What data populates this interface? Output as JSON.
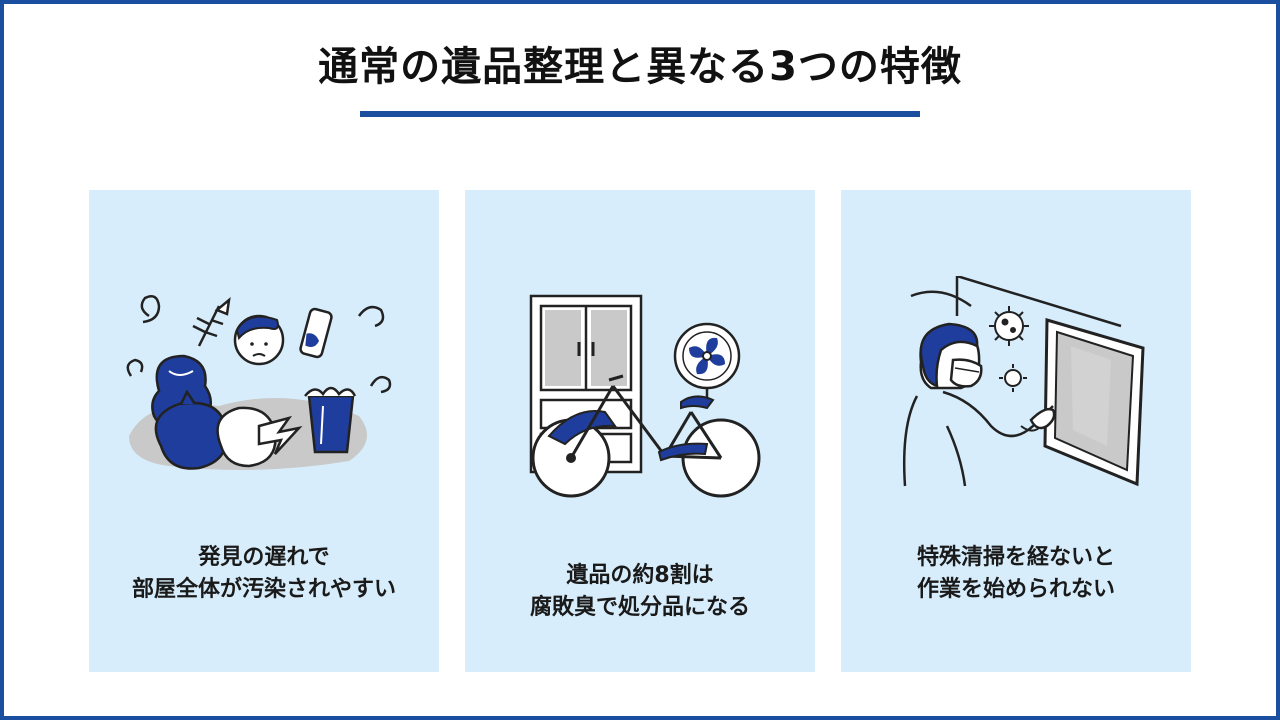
{
  "title": "通常の遺品整理と異なる3つの特徴",
  "colors": {
    "accent": "#1a4fa0",
    "card_background": "#d7edfb",
    "illustration_blue": "#1f3d9c",
    "illustration_gray": "#c9c9c9"
  },
  "cards": [
    {
      "caption_line1": "発見の遅れで",
      "caption_line2": "部屋全体が汚染されやすい",
      "icon": "messy-room-with-garbage-bags-icon"
    },
    {
      "caption_line1": "遺品の約8割は",
      "caption_line2": "腐敗臭で処分品になる",
      "icon": "cabinet-fan-bicycle-icon"
    },
    {
      "caption_line1": "特殊清掃を経ないと",
      "caption_line2": "作業を始められない",
      "icon": "masked-worker-with-window-and-germs-icon"
    }
  ]
}
